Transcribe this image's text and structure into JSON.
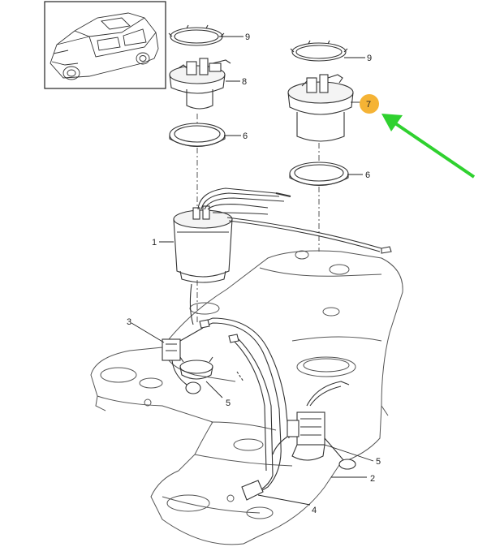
{
  "diagram": {
    "callouts": {
      "c9_left": "9",
      "c8": "8",
      "c6_left": "6",
      "c9_right": "9",
      "c7": "7",
      "c6_right": "6",
      "c1": "1",
      "c3": "3",
      "c5_left": "5",
      "c5_right": "5",
      "c2": "2",
      "c4": "4"
    },
    "highlight": {
      "callout": "7",
      "badge_color": "#f5b335",
      "arrow_color": "#2fd12f"
    },
    "icons": {
      "inset": "car-suv-icon",
      "arrow": "green-arrow-icon"
    }
  }
}
